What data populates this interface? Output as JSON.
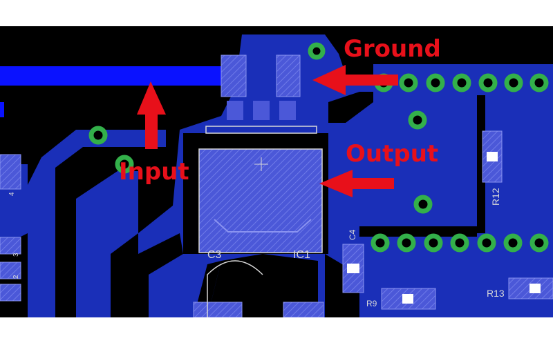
{
  "callouts": {
    "ground": "Ground",
    "output": "Output",
    "input": "Input"
  },
  "silkscreen": {
    "c3": "C3",
    "ic1": "IC1",
    "c4": "C4",
    "r12": "R12",
    "r13": "R13",
    "r9": "R9",
    "left_4": "4",
    "left_3": "3",
    "left_2": "2"
  },
  "colors": {
    "board": "#000000",
    "copper_pour": "#1a2fb8",
    "trace": "#0a12ff",
    "pad": "#4b58d8",
    "via_ring": "#33b04a",
    "silkscreen": "#d8d8d8",
    "arrow": "#e8101a"
  }
}
